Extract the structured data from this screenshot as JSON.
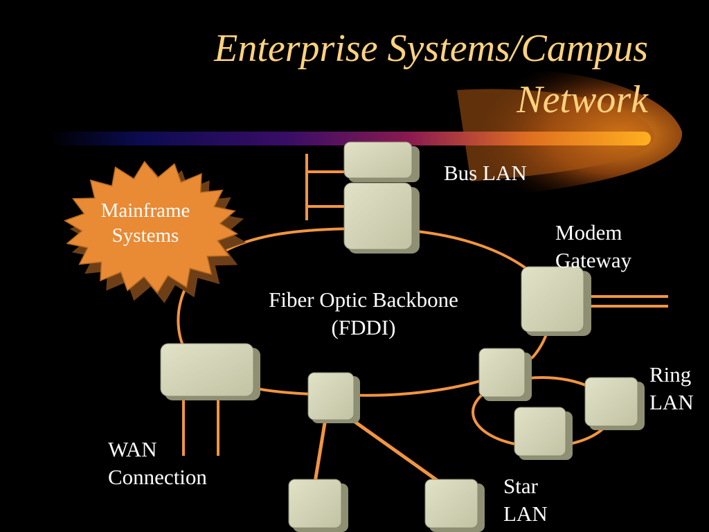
{
  "slide": {
    "title_line1": "Enterprise Systems/Campus",
    "title_line2": "Network"
  },
  "labels": {
    "mainframe_line1": "Mainframe",
    "mainframe_line2": "Systems",
    "bus_lan": "Bus LAN",
    "modem_line1": "Modem",
    "modem_line2": "Gateway",
    "backbone_line1": "Fiber Optic Backbone",
    "backbone_line2": "(FDDI)",
    "ring_line1": "Ring",
    "ring_line2": "LAN",
    "wan_line1": "WAN",
    "wan_line2": "Connection",
    "star_line1": "Star",
    "star_line2": "LAN"
  },
  "colors": {
    "title": "#ffd27f",
    "link": "#f29540",
    "node_fill": "#cfcfb2",
    "starburst": "#e98a35",
    "text": "#ffffff"
  }
}
